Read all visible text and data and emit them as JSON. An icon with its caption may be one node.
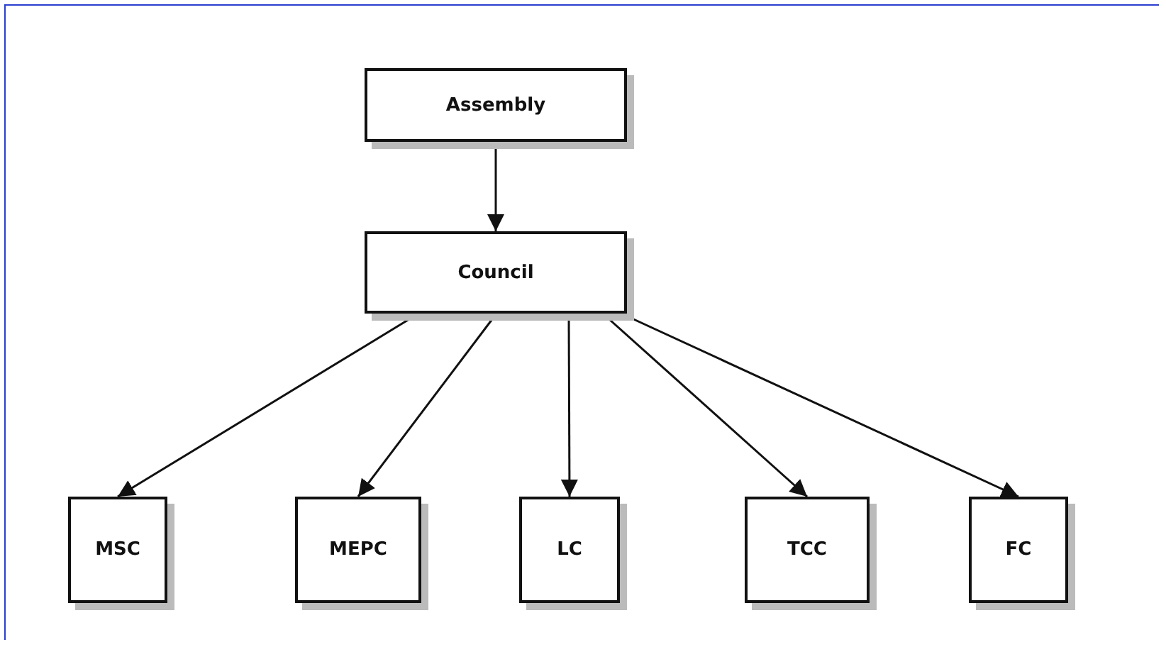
{
  "diagram": {
    "nodes": [
      {
        "text": [
          "Assembly"
        ]
      },
      {
        "text": [
          "Council"
        ]
      },
      {
        "text": [
          "MSC"
        ]
      },
      {
        "text": [
          "MEPC"
        ]
      },
      {
        "text": [
          "LC"
        ]
      },
      {
        "text": [
          "TCC"
        ]
      },
      {
        "text": [
          "FC"
        ]
      }
    ],
    "edges": [
      {
        "from": 0,
        "to": 1,
        "arrow": "to"
      },
      {
        "from": 1,
        "to": 2,
        "arrow": "to"
      },
      {
        "from": 1,
        "to": 3,
        "arrow": "to"
      },
      {
        "from": 1,
        "to": 4,
        "arrow": "to"
      },
      {
        "from": 1,
        "to": 5,
        "arrow": "to"
      },
      {
        "from": 1,
        "to": 6,
        "arrow": "to"
      }
    ]
  }
}
